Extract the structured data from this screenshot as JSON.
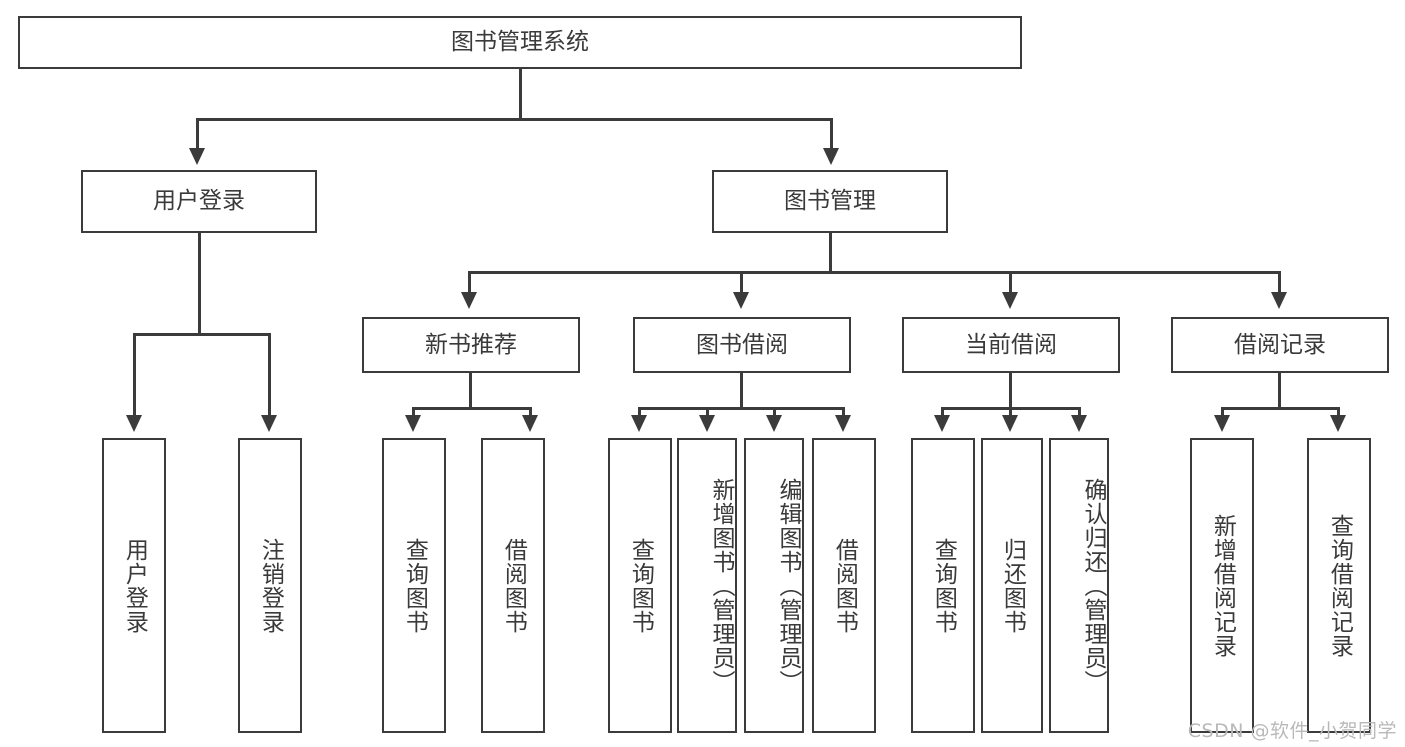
{
  "diagram": {
    "type": "tree-hierarchy-flowchart",
    "title": "图书管理系统",
    "root": {
      "label": "图书管理系统"
    },
    "level2": [
      {
        "id": "user-login",
        "label": "用户登录"
      },
      {
        "id": "book-management",
        "label": "图书管理"
      }
    ],
    "level3": [
      {
        "id": "new-book-recommend",
        "label": "新书推荐",
        "parent": "book-management"
      },
      {
        "id": "book-borrow",
        "label": "图书借阅",
        "parent": "book-management"
      },
      {
        "id": "current-borrow",
        "label": "当前借阅",
        "parent": "book-management"
      },
      {
        "id": "borrow-record",
        "label": "借阅记录",
        "parent": "book-management"
      }
    ],
    "leaves": {
      "user_login": [
        {
          "id": "leaf-user-login",
          "label": "用户登录"
        },
        {
          "id": "leaf-logout-login",
          "label": "注销登录"
        }
      ],
      "new_book_recommend": [
        {
          "id": "leaf-query-book-1",
          "label": "查询图书"
        },
        {
          "id": "leaf-borrow-book-1",
          "label": "借阅图书"
        }
      ],
      "book_borrow": [
        {
          "id": "leaf-query-book-2",
          "label": "查询图书"
        },
        {
          "id": "leaf-add-book",
          "label": "新增图书（管理员）"
        },
        {
          "id": "leaf-edit-book",
          "label": "编辑图书（管理员）"
        },
        {
          "id": "leaf-borrow-book-2",
          "label": "借阅图书"
        }
      ],
      "current_borrow": [
        {
          "id": "leaf-query-book-3",
          "label": "查询图书"
        },
        {
          "id": "leaf-return-book",
          "label": "归还图书"
        },
        {
          "id": "leaf-confirm-return",
          "label": "确认归还（管理员）"
        }
      ],
      "borrow_record": [
        {
          "id": "leaf-add-record",
          "label": "新增借阅记录"
        },
        {
          "id": "leaf-query-record",
          "label": "查询借阅记录"
        }
      ]
    }
  },
  "watermark": {
    "text": "CSDN @软件_小贺同学"
  },
  "colors": {
    "stroke": "#3b3b3b",
    "text": "#3a3a3a",
    "background": "#ffffff",
    "watermark": "#b9b9b9"
  }
}
